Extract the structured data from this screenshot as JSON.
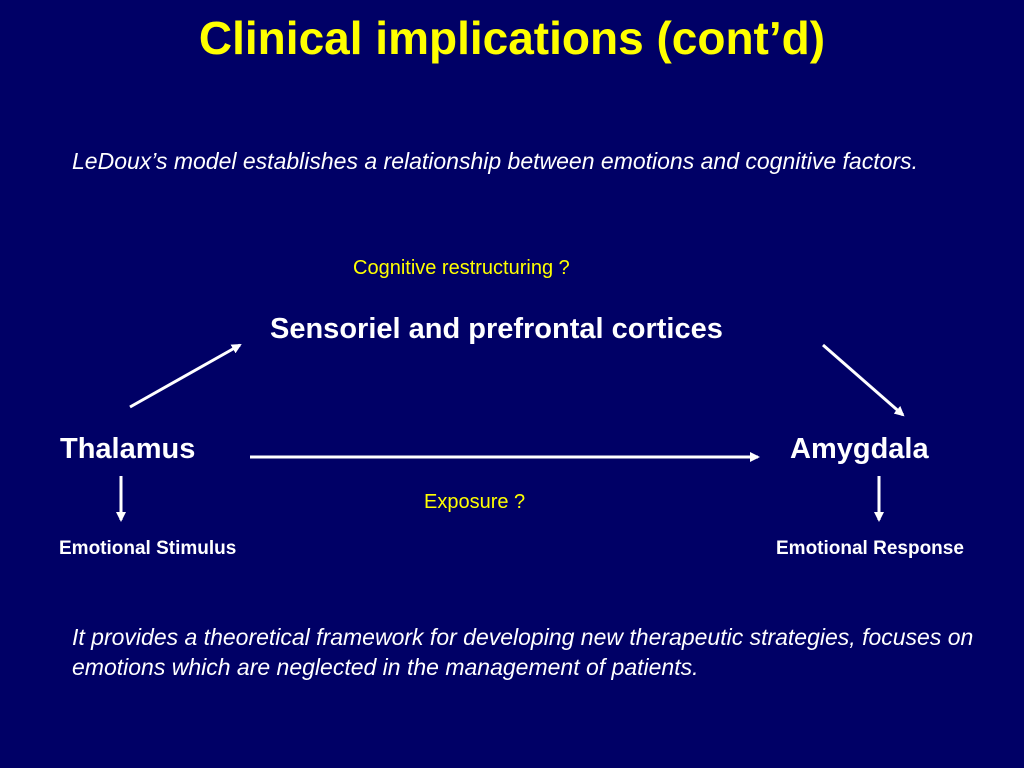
{
  "slide": {
    "title": "Clinical implications (cont’d)",
    "intro": "LeDoux’s model establishes a relationship between emotions and cognitive factors.",
    "conclusion": "It provides a theoretical framework for developing new therapeutic strategies, focuses on emotions which are neglected in the management of patients."
  },
  "diagram": {
    "cortices": "Sensoriel and prefrontal cortices",
    "thalamus": "Thalamus",
    "amygdala": "Amygdala",
    "stimulus": "Emotional Stimulus",
    "response": "Emotional Response",
    "cognitive_note": "Cognitive restructuring ?",
    "exposure_note": "Exposure ?"
  },
  "colors": {
    "background": "#000066",
    "title": "#ffff00",
    "text": "#ffffff",
    "note": "#ffff00"
  }
}
